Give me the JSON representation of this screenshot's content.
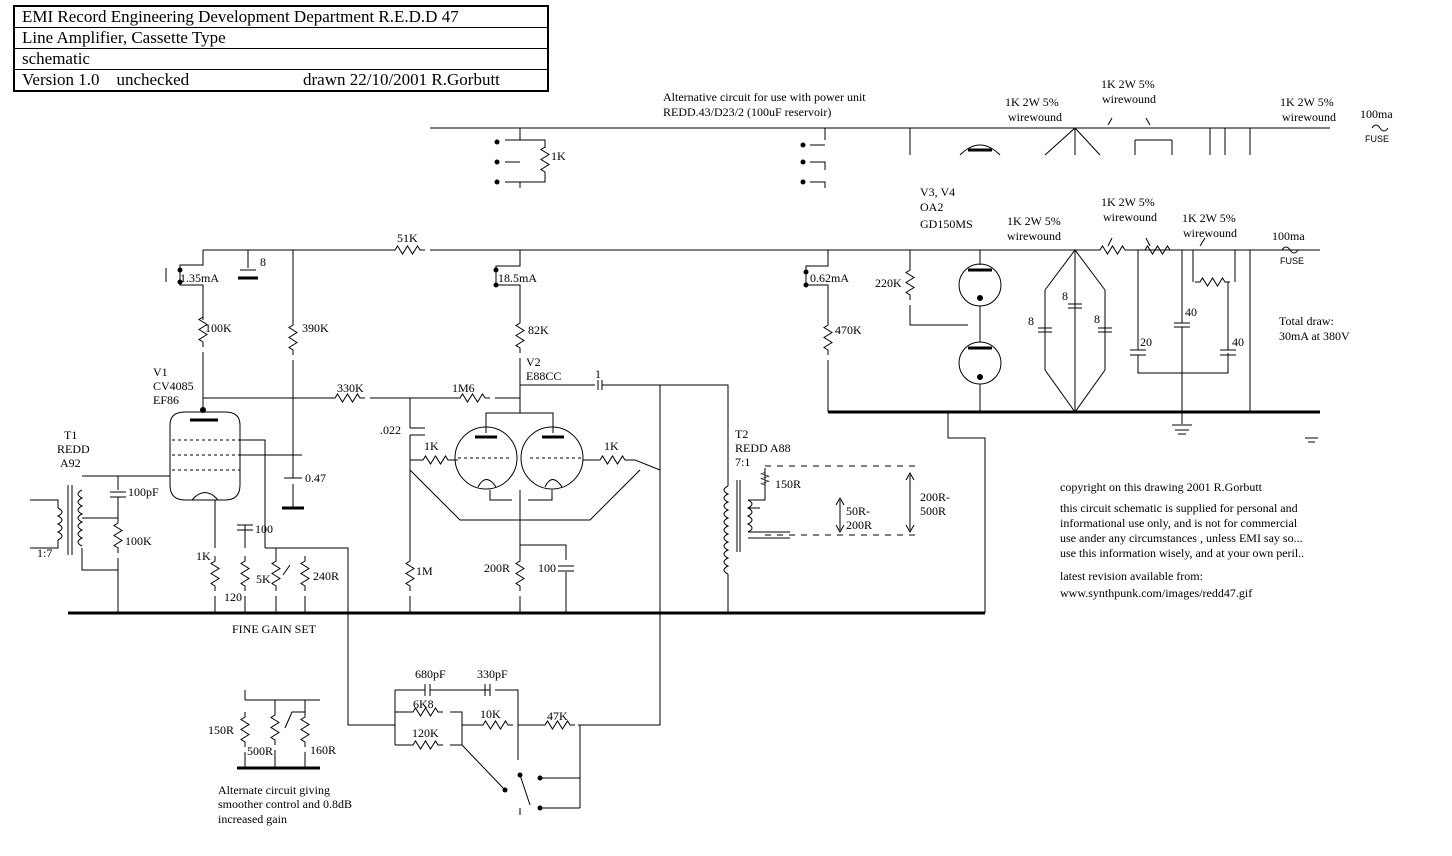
{
  "title_block": {
    "line1": "EMI Record Engineering Development Department R.E.D.D 47",
    "line2": "Line Amplifier, Cassette Type",
    "line3": "schematic",
    "line4_left": "Version 1.0    unchecked",
    "line4_right": "drawn 22/10/2001 R.Gorbutt"
  },
  "labels": {
    "alt_circuit_1": "Alternative circuit for use with power unit",
    "alt_circuit_2": "REDD.43/D23/2 (100uF reservoir)",
    "res_1k_alt": "1K",
    "ps_top_r1a": "1K 2W 5%",
    "ps_top_r1b": "wirewound",
    "ps_top_r2a": "1K 2W 5%",
    "ps_top_r2b": "wirewound",
    "ps_top_r3a": "1K 2W 5%",
    "ps_top_r3b": "wirewound",
    "fuse_top_val": "100ma",
    "fuse_top_lbl": "FUSE",
    "v3v4_a": "V3, V4",
    "v3v4_b": "OA2",
    "v3v4_c": "GD150MS",
    "ps_r1a": "1K 2W 5%",
    "ps_r1b": "wirewound",
    "ps_r2a": "1K 2W 5%",
    "ps_r2b": "wirewound",
    "ps_r3a": "1K 2W 5%",
    "ps_r3b": "wirewound",
    "fuse_val": "100ma",
    "fuse_lbl": "FUSE",
    "r51k": "51K",
    "c8": "8",
    "i135": "1.35mA",
    "i185": "18.5mA",
    "i062": "0.62mA",
    "r220k": "220K",
    "r470k": "470K",
    "r100k_a": "100K",
    "r390k": "390K",
    "r82k": "82K",
    "v1_a": "V1",
    "v1_b": "CV4085",
    "v1_c": "EF86",
    "v2_a": "V2",
    "v2_b": "E88CC",
    "r330k": "330K",
    "r1m6": "1M6",
    "c1": "1",
    "c022": ".022",
    "r1k_l": "1K",
    "r1k_r": "1K",
    "t1_a": "T1",
    "t1_b": "REDD",
    "t1_c": "A92",
    "c100pf": "100pF",
    "r100k_b": "100K",
    "ratio_t1": "1:7",
    "c047": "0.47",
    "c100_a": "100",
    "r1k_k": "1K",
    "r120": "120",
    "r5k": "5K",
    "r240r": "240R",
    "r1m": "1M",
    "r200r": "200R",
    "c100_b": "100",
    "t2_a": "T2",
    "t2_b": "REDD A88",
    "t2_c": "7:1",
    "r150r": "150R",
    "z_50_a": "50R-",
    "z_50_b": "200R",
    "z_200_a": "200R-",
    "z_200_b": "500R",
    "c8_l": "8",
    "c8_m": "8",
    "c8_r": "8",
    "c20": "20",
    "c40_a": "40",
    "c40_b": "40",
    "total_a": "Total draw:",
    "total_b": "30mA at 380V",
    "fine_gain": "FINE GAIN SET",
    "c680pf": "680pF",
    "c330pf": "330pF",
    "r6k8": "6K8",
    "r10k": "10K",
    "r47k": "47K",
    "r120k": "120K",
    "alt_150r": "150R",
    "alt_500r": "500R",
    "alt_160r": "160R",
    "alt_note_1": "Alternate circuit giving",
    "alt_note_2": "smoother control and 0.8dB",
    "alt_note_3": "increased gain"
  },
  "notes": {
    "copyright": "copyright on this drawing 2001 R.Gorbutt",
    "disclaimer_1": "this circuit schematic is supplied for personal and",
    "disclaimer_2": "informational use only, and is not for commercial",
    "disclaimer_3": "use ander any circumstances , unless EMI say so...",
    "disclaimer_4": "use this information wisely, and at your own peril..",
    "revision": "latest revision available from:",
    "url": "www.synthpunk.com/images/redd47.gif"
  }
}
